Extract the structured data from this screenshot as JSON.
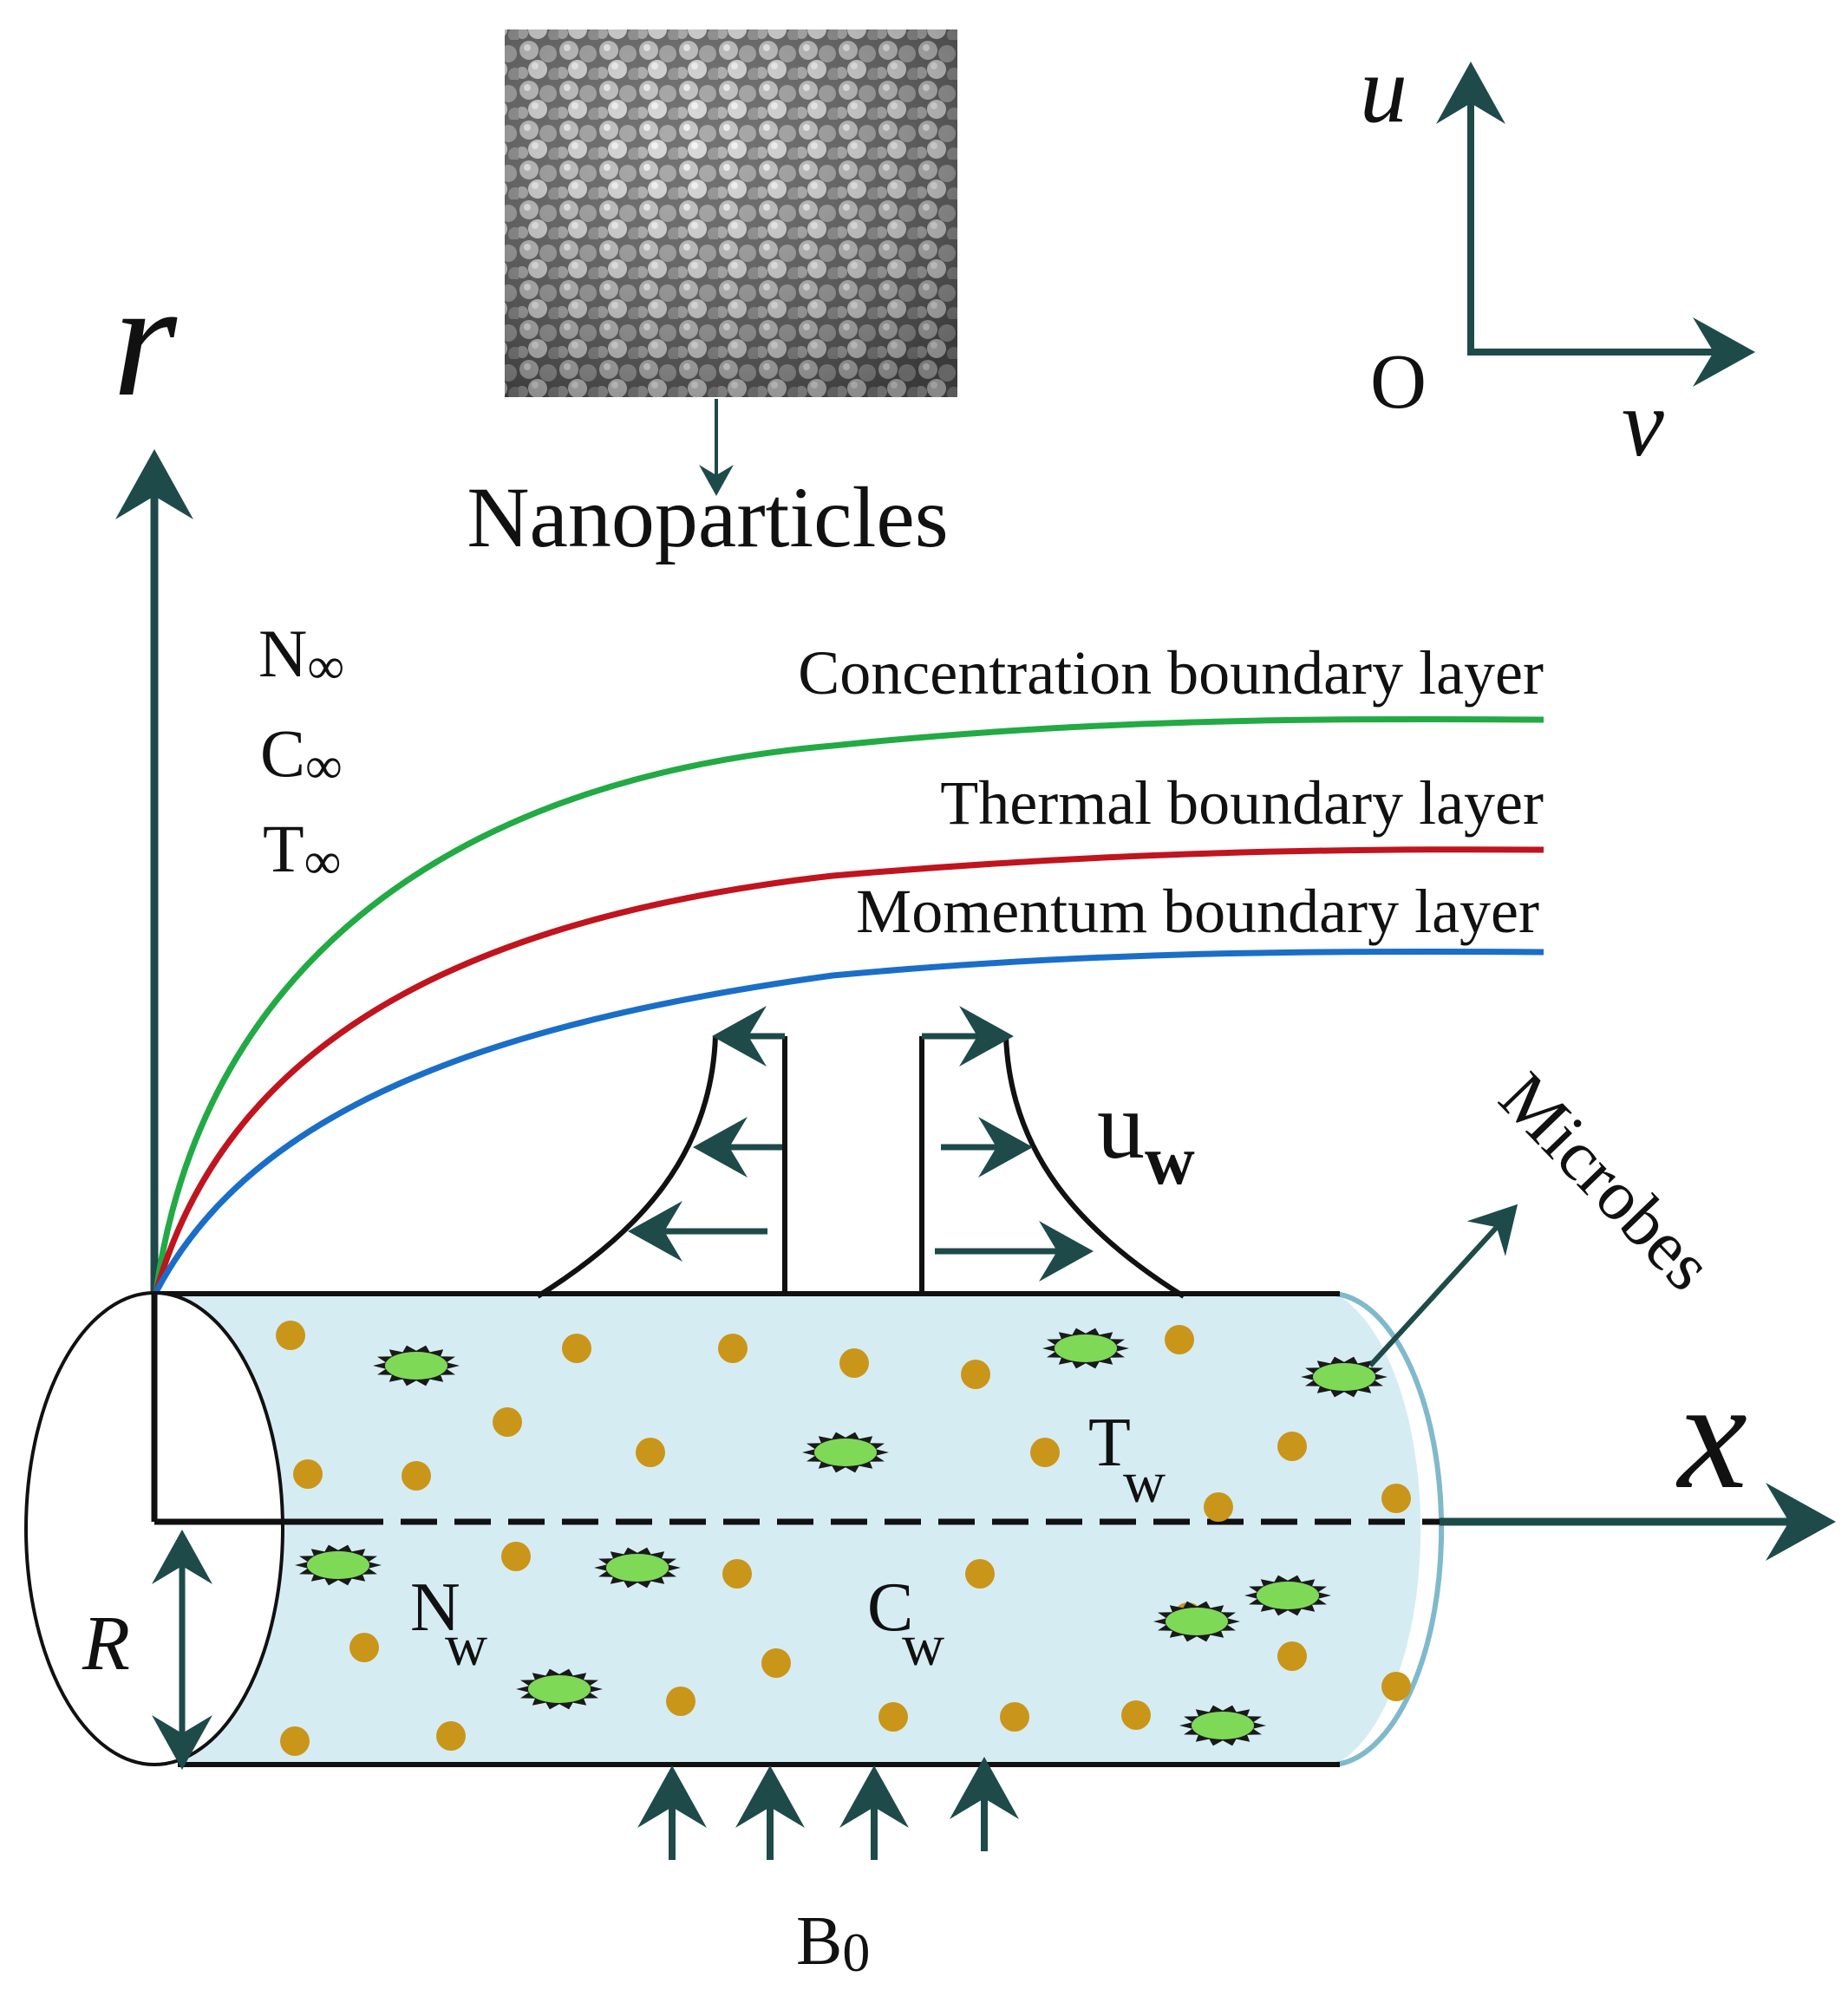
{
  "labels": {
    "nanoparticles": "Nanoparticles",
    "microbes": "Microbes",
    "concentration_layer": "Concentration boundary layer",
    "thermal_layer": "Thermal boundary layer",
    "momentum_layer": "Momentum boundary layer",
    "axis_r": "r",
    "axis_x": "x",
    "axis_u": "u",
    "axis_v": "v",
    "origin": "O",
    "radius": "R",
    "magnetic_field": {
      "base": "B",
      "sub": "0"
    },
    "wall_velocity": {
      "base": "u",
      "sub": "w"
    },
    "ambient": [
      {
        "base": "N",
        "sub": "∞"
      },
      {
        "base": "C",
        "sub": "∞"
      },
      {
        "base": "T",
        "sub": "∞"
      }
    ],
    "wall_temperature": {
      "base": "T",
      "sub": "w"
    },
    "wall_microbes": {
      "base": "N",
      "sub": "w"
    },
    "wall_concentration": {
      "base": "C",
      "sub": "w"
    }
  },
  "colors": {
    "axis": "#1e4a4a",
    "concentration": "#22aa44",
    "thermal": "#c0141e",
    "momentum": "#1a6ec8",
    "cylinder_fill": "#d6ecf3",
    "cylinder_edge": "#7fb9cc",
    "particle": "#c9961a",
    "microbe": "#7ed957"
  }
}
